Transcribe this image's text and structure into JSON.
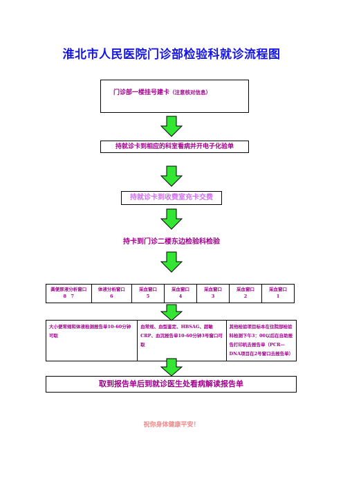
{
  "title": "淮北市人民医院门诊部检验科就诊流程图",
  "step1": {
    "text": "门诊部一楼挂号建卡",
    "note": "（注意核对信息）"
  },
  "step2": "持就诊卡到相应的科室看病并开电子化验单",
  "step3": "持就诊卡到收费室充卡交费",
  "step4": "持卡到门诊二楼东边检验科检验",
  "windows": [
    {
      "name": "粪便尿液分析窗口",
      "number": "8　7"
    },
    {
      "name": "体液分析窗口",
      "number": "6"
    },
    {
      "name": "采血窗口",
      "number": "5"
    },
    {
      "name": "采血窗口",
      "number": "4"
    },
    {
      "name": "采血窗口",
      "number": "3"
    },
    {
      "name": "采血窗口",
      "number": "2"
    },
    {
      "name": "采血窗口",
      "number": "1"
    }
  ],
  "results": [
    "大小便常规和体液检测报告单10-60分钟可取",
    "血常规、血型鉴定、HBSAG、超敏CRP、血沉报告单10-60分钟3号窗口可取",
    "其他检验项目标本在住院部检验科检测下午3：00以后在自助报告打印机去报告单（PCR—DNA项目在2号窗口去报告单）"
  ],
  "step6": "取到报告单后到就诊医生处看病解读报告单",
  "blessing": "祝你身体健康平安！",
  "colors": {
    "title": "#1515e6",
    "text": "#a0008c",
    "step3_text": "#d070f0",
    "blessing": "#f08a8a",
    "arrow": "#33e633"
  }
}
